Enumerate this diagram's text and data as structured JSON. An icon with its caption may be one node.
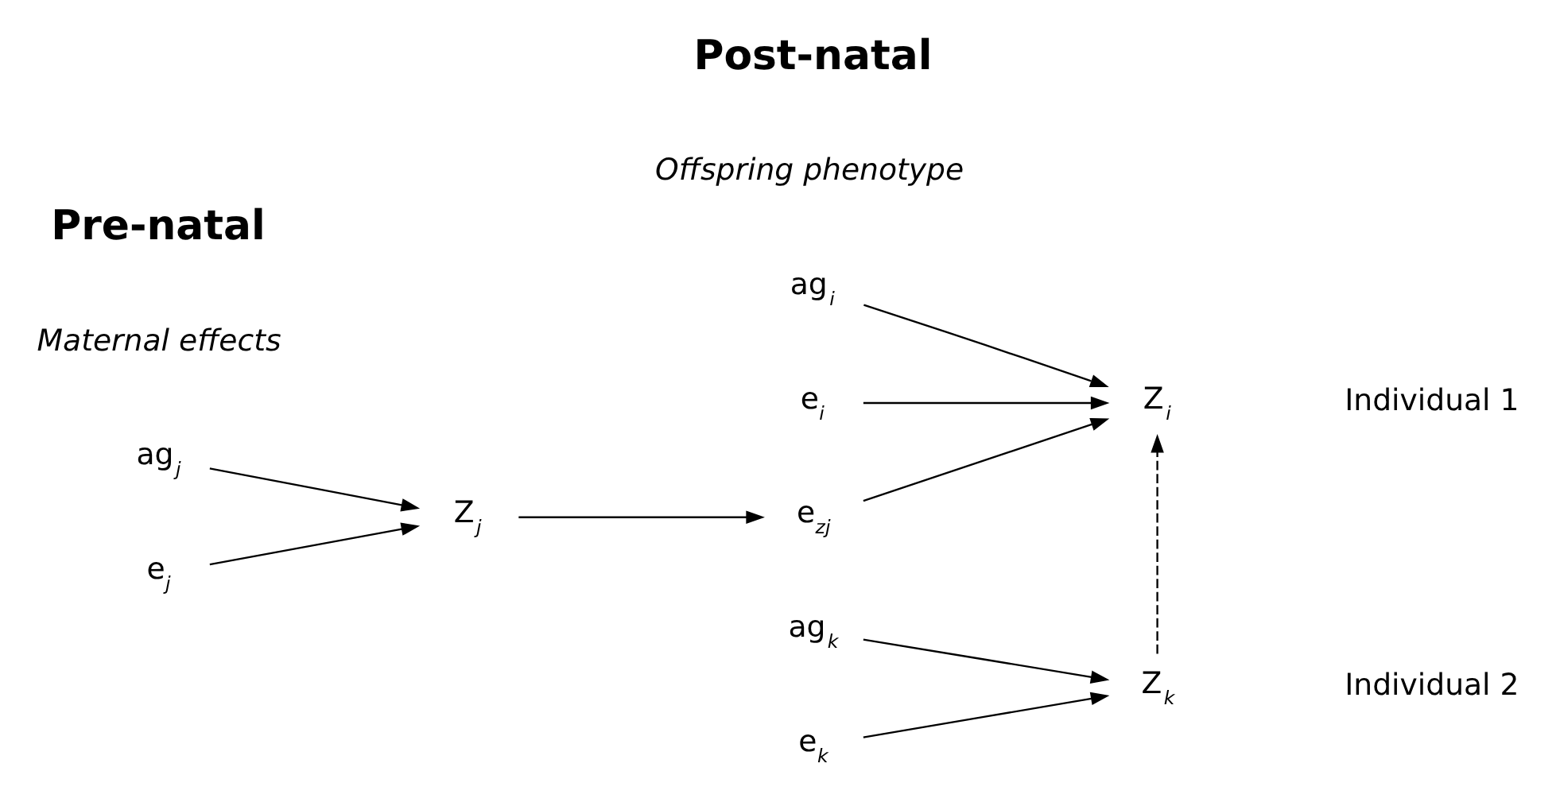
{
  "diagram": {
    "nodes": [
      {
        "text": [
          "ag$_{j}$"
        ]
      },
      {
        "text": [
          "e$_{j}$"
        ]
      },
      {
        "text": [
          "Z$_{j}$"
        ]
      },
      {
        "text": [
          "ag$_{i}$"
        ]
      },
      {
        "text": [
          "e$_{i}$"
        ]
      },
      {
        "text": [
          "e$_{zj}$"
        ]
      },
      {
        "text": [
          "Z$_{i}$"
        ]
      },
      {
        "text": [
          "ag$_{k}$"
        ]
      },
      {
        "text": [
          "e$_{k}$"
        ]
      },
      {
        "text": [
          "Z$_{k}$"
        ]
      }
    ],
    "edges": [
      {
        "from": 0,
        "to": 2,
        "arrow": "to"
      },
      {
        "from": 1,
        "to": 2,
        "arrow": "to"
      },
      {
        "from": 2,
        "to": 5,
        "arrow": "to"
      },
      {
        "from": 3,
        "to": 6,
        "arrow": "to"
      },
      {
        "from": 4,
        "to": 6,
        "arrow": "to"
      },
      {
        "from": 5,
        "to": 6,
        "arrow": "to"
      },
      {
        "from": 7,
        "to": 9,
        "arrow": "to"
      },
      {
        "from": 8,
        "to": 9,
        "arrow": "to"
      },
      {
        "from": 9,
        "to": 6,
        "arrow": "to",
        "style": "dashed"
      }
    ],
    "labels": [
      "Pre-natal",
      "Post-natal",
      "Maternal effects",
      "Offspring phenotype",
      "Individual 1",
      "Individual 2"
    ]
  }
}
